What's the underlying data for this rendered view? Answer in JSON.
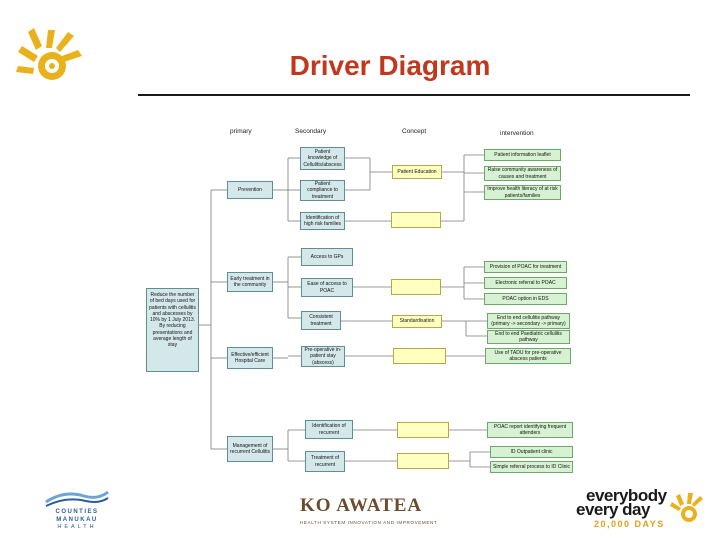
{
  "title": "Driver Diagram",
  "headers": {
    "primary": "primary",
    "secondary": "Secondary",
    "concept": "Concept",
    "intervention": "intervention"
  },
  "root": "Reduce the number of bed days used for patients with cellulitis and abscesses by 10% by 1 July 2013.  By reducing presentations and average length of stay",
  "primary": [
    "Prevention",
    "Early treatment in the community",
    "Effective/efficient Hospital Care",
    "Management of recurrent Cellulitis"
  ],
  "secondary": [
    "Patient knowledge of Cellulitis/abscess",
    "Patient compliance to treatment",
    "Identification of high risk families",
    "Access to GPs",
    "Ease of access to POAC",
    "Consistent treatment",
    "Pre-operative in-patient stay (abscess)",
    "Identification of recurrent",
    "Treatment of recurrent"
  ],
  "concept": [
    "Patient Education",
    "",
    "",
    "Standardisation",
    "",
    "",
    ""
  ],
  "interventions": [
    "Patient information leaflet",
    "Raise community awareness of causes and treatment",
    "Improve health literacy of at risk patients/families",
    "Provision of POAC for treatment",
    "Electronic referral to POAC",
    "POAC option in EDS",
    "End to end cellulitis pathway (primary -> secondary -> primary)",
    "End to end Paediatric cellulitis pathway",
    "Use of TADU for pre-operative abscess patients",
    "POAC report identifying frequent attenders",
    "ID Outpatient clinic",
    "Simple referral process to ID Clinic"
  ],
  "logos": {
    "counties_manukau_name": "COUNTIES MANUKAU",
    "counties_manukau_health": "HEALTH",
    "ko_awatea_name": "KO AWATEA",
    "ko_awatea_tagline": "HEALTH SYSTEM INNOVATION AND IMPROVEMENT",
    "everybody": "everybody",
    "every_day": "every day",
    "twenty_thousand_days": "20,000 DAYS"
  },
  "colors": {
    "title": "#c0391e",
    "driver_box": "#d4e8eb",
    "concept_box": "#ffffc0",
    "intervention_box": "#d6f2d2",
    "sun_logo": "#e9b21c"
  }
}
